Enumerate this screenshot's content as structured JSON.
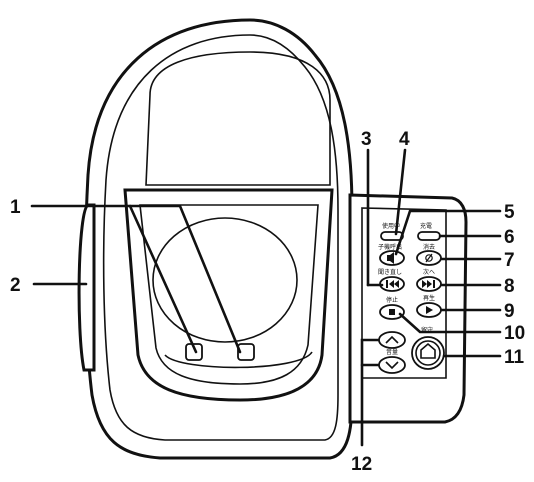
{
  "callouts": [
    {
      "id": "1",
      "label": "1"
    },
    {
      "id": "2",
      "label": "2"
    },
    {
      "id": "3",
      "label": "3"
    },
    {
      "id": "4",
      "label": "4"
    },
    {
      "id": "5",
      "label": "5"
    },
    {
      "id": "6",
      "label": "6"
    },
    {
      "id": "7",
      "label": "7"
    },
    {
      "id": "8",
      "label": "8"
    },
    {
      "id": "9",
      "label": "9"
    },
    {
      "id": "10",
      "label": "10"
    },
    {
      "id": "11",
      "label": "11"
    },
    {
      "id": "12",
      "label": "12"
    }
  ],
  "panel": {
    "in_use_label": "使用中",
    "charge_label": "充電",
    "speaker_label": "子機呼出",
    "erase_label": "消去",
    "repeat_label": "聞き直し",
    "next_label": "次へ",
    "play_label": "再生",
    "stop_label": "停止",
    "volume_label": "音量",
    "leave_label": "留守"
  },
  "colors": {
    "line": "#111111",
    "background": "#ffffff"
  }
}
